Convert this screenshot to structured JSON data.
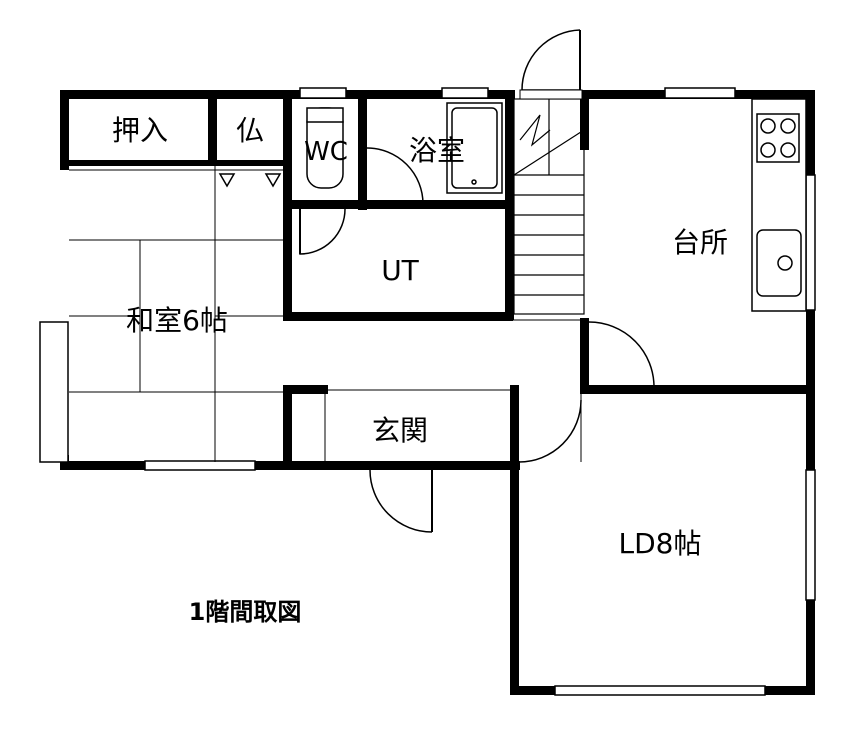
{
  "plan": {
    "title": "1階間取図",
    "rooms": {
      "oshiire": "押入",
      "butsudan": "仏",
      "wc": "WC",
      "bath": "浴室",
      "kitchen": "台所",
      "utility": "UT",
      "washitsu": "和室6帖",
      "entrance": "玄関",
      "ld": "LD8帖"
    }
  },
  "colors": {
    "wall": "#000000",
    "line": "#000000",
    "background": "#ffffff"
  }
}
